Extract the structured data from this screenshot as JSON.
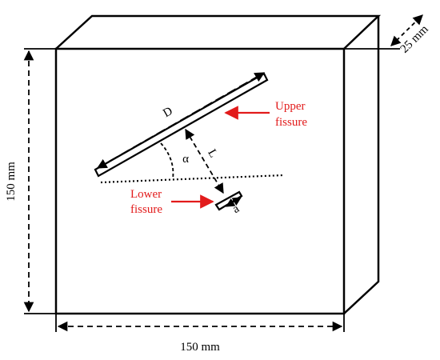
{
  "labels": {
    "height_dim": "150 mm",
    "width_dim": "150 mm",
    "depth_dim": "25 mm",
    "length_D": "D",
    "spacing_L": "L",
    "angle": "α",
    "lower_width_a": "a",
    "upper_fissure_line1": "Upper",
    "upper_fissure_line2": "fissure",
    "lower_fissure_line1": "Lower",
    "lower_fissure_line2": "fissure"
  },
  "colors": {
    "annotation_red": "#e21b1b",
    "line_black": "#000000"
  }
}
